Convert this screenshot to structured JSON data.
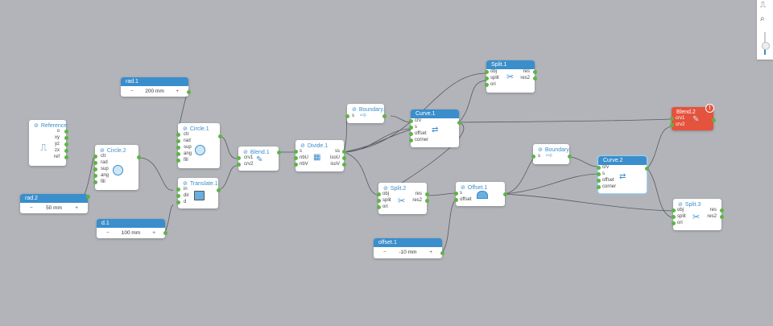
{
  "canvas": {
    "background": "#b3b4b9",
    "wire_color": "#555a60",
    "port_color": "#5cb446",
    "accent": "#3a8ecc",
    "error_color": "#e4533d"
  },
  "toolbar": {
    "items": [
      {
        "name": "map-icon",
        "glyph": "🗺"
      },
      {
        "name": "zoom-icon",
        "glyph": "🔍"
      }
    ],
    "zoom_slider_level": 0.45
  },
  "nodes": {
    "rad1": {
      "title": "rad.1",
      "minus": "−",
      "value": "200 mm",
      "plus": "+"
    },
    "rad2": {
      "title": "rad.2",
      "minus": "−",
      "value": "50 mm",
      "plus": "+"
    },
    "d1": {
      "title": "d.1",
      "minus": "−",
      "value": "100 mm",
      "plus": "+"
    },
    "offset1": {
      "title": "offset.1",
      "minus": "−",
      "value": "-10 mm",
      "plus": "+"
    },
    "reference": {
      "title": "Reference",
      "outputs": [
        "o",
        "xy",
        "yz",
        "zx",
        "ref"
      ]
    },
    "circle2": {
      "title": "Circle.2",
      "inputs": [
        "ctr",
        "rad",
        "sup",
        "ang",
        "fill"
      ]
    },
    "circle1": {
      "title": "Circle.1",
      "inputs": [
        "ctr",
        "rad",
        "sup",
        "ang",
        "fill"
      ]
    },
    "translate1": {
      "title": "Translate.1",
      "inputs": [
        "in",
        "dir",
        "d"
      ]
    },
    "blend1": {
      "title": "Blend.1",
      "inputs": [
        "crv1",
        "crv2"
      ]
    },
    "divide1": {
      "title": "Divide.1",
      "inputs": [
        "s",
        "nbU",
        "nbV"
      ],
      "outputs": [
        "ss",
        "isoU",
        "isoV"
      ]
    },
    "boundary1": {
      "title": "Boundary.",
      "inputs": [
        "s"
      ]
    },
    "curve1": {
      "title": "Curve.1",
      "inputs": [
        "crv",
        "s",
        "offset",
        "corner"
      ]
    },
    "split1": {
      "title": "Split.1",
      "inputs": [
        "obj",
        "split",
        "ori"
      ],
      "outputs": [
        "res",
        "res2"
      ]
    },
    "split2": {
      "title": "Split.2",
      "inputs": [
        "obj",
        "split",
        "ori"
      ],
      "outputs": [
        "res",
        "res2"
      ]
    },
    "offset_node": {
      "title": "Offset.1",
      "inputs": [
        "s",
        "offset"
      ]
    },
    "boundary2": {
      "title": "Boundary.",
      "inputs": [
        "s"
      ]
    },
    "curve2": {
      "title": "Curve.2",
      "inputs": [
        "crv",
        "s",
        "offset",
        "corner"
      ]
    },
    "blend2": {
      "title": "Blend.2",
      "inputs": [
        "crv1",
        "crv2"
      ],
      "status": "error",
      "badge": "!"
    },
    "split3": {
      "title": "Split.3",
      "inputs": [
        "obj",
        "split",
        "ori"
      ],
      "outputs": [
        "res",
        "res2"
      ]
    }
  }
}
